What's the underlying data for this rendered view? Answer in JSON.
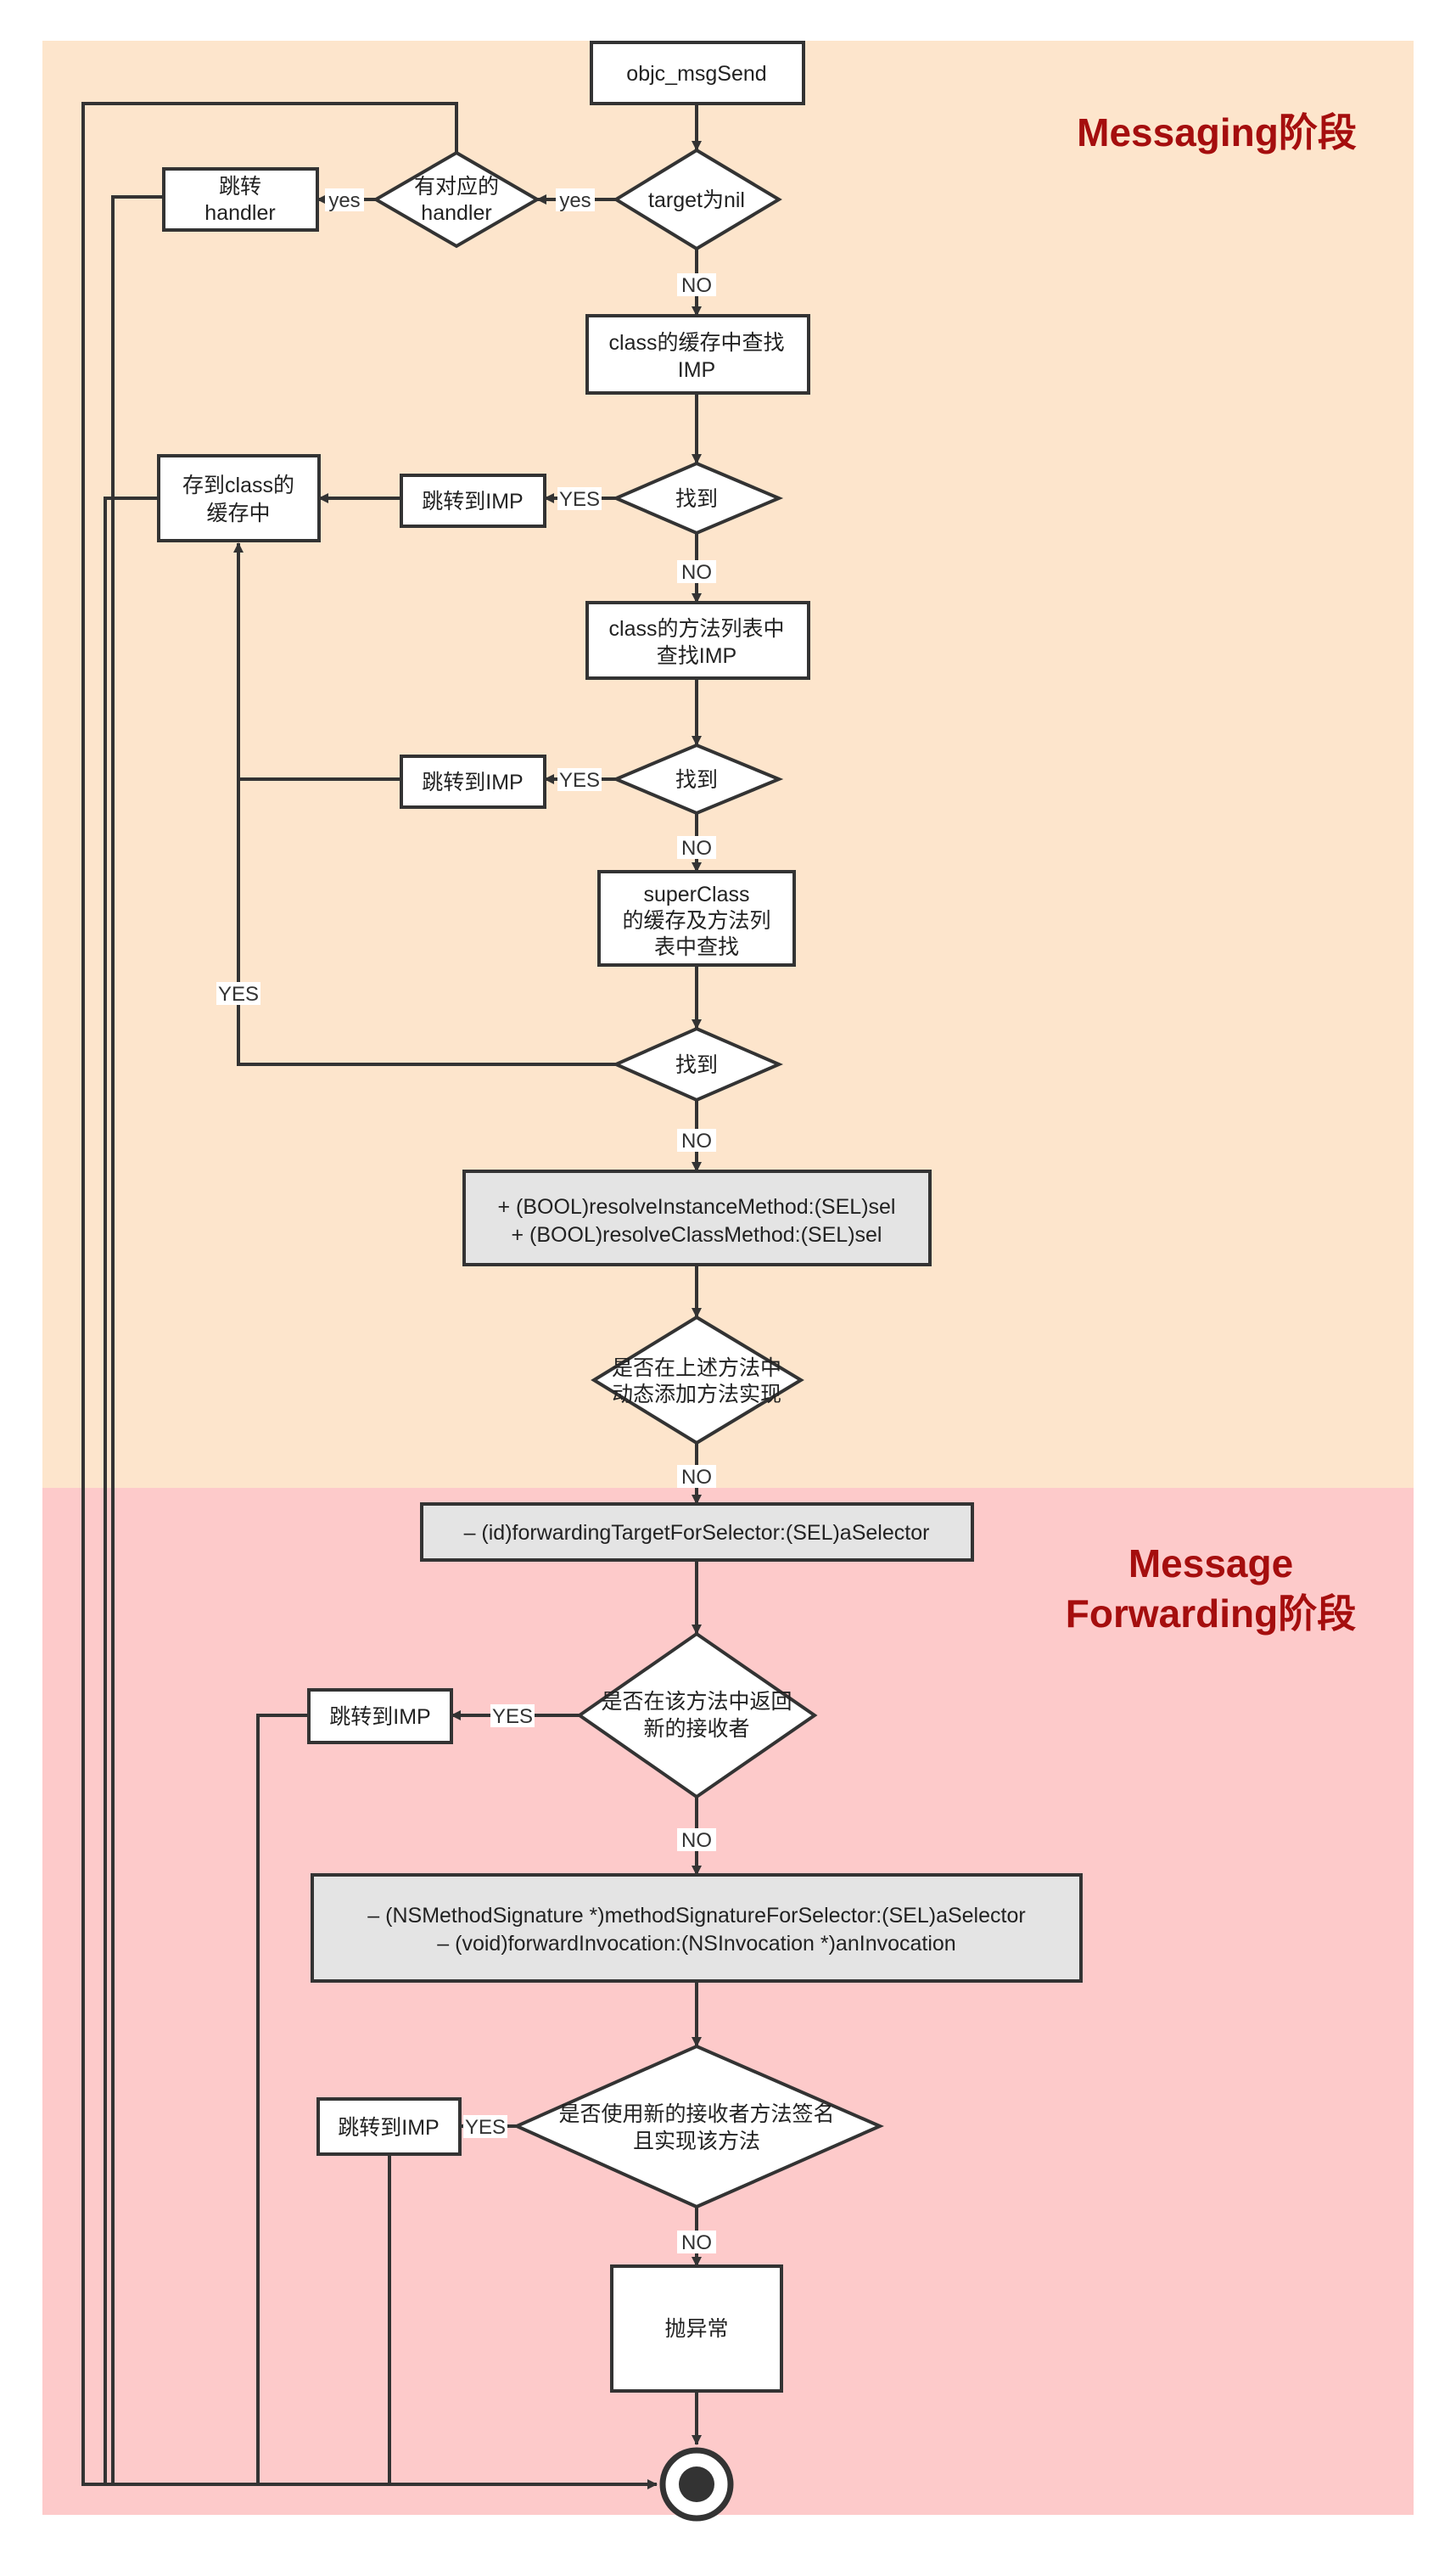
{
  "colors": {
    "messaging_bg": "#fde5cc",
    "forwarding_bg": "#fdcaca",
    "title_color": "#a50e0e",
    "line": "#333333",
    "box_fill": "#ffffff",
    "gray_box_fill": "#e4e4e4"
  },
  "stages": {
    "messaging_title": "Messaging阶段",
    "forwarding_title_line1": "Message",
    "forwarding_title_line2": "Forwarding阶段"
  },
  "nodes": {
    "start": "objc_msgSend",
    "target_nil": "target为nil",
    "has_handler": [
      "有对应的",
      "handler"
    ],
    "jump_handler": [
      "跳转",
      "handler"
    ],
    "cache_lookup": [
      "class的缓存中查找",
      "IMP"
    ],
    "found_1": "找到",
    "jump_imp_1": "跳转到IMP",
    "save_cache": [
      "存到class的",
      "缓存中"
    ],
    "method_list_lookup": [
      "class的方法列表中",
      "查找IMP"
    ],
    "found_2": "找到",
    "jump_imp_2": "跳转到IMP",
    "superclass_lookup": [
      "superClass",
      "的缓存及方法列",
      "表中查找"
    ],
    "found_3": "找到",
    "resolve_methods": [
      "+ (BOOL)resolveInstanceMethod:(SEL)sel",
      "+ (BOOL)resolveClassMethod:(SEL)sel"
    ],
    "dynamic_added": [
      "是否在上述方法中",
      "动态添加方法实现"
    ],
    "forwarding_target": "– (id)forwardingTargetForSelector:(SEL)aSelector",
    "new_receiver": [
      "是否在该方法中返回",
      "新的接收者"
    ],
    "jump_imp_3": "跳转到IMP",
    "signature_invocation": [
      "– (NSMethodSignature *)methodSignatureForSelector:(SEL)aSelector",
      "– (void)forwardInvocation:(NSInvocation *)anInvocation"
    ],
    "use_new_signature": [
      "是否使用新的接收者方法签名",
      "且实现该方法"
    ],
    "jump_imp_4": "跳转到IMP",
    "throw_exception": "抛异常"
  },
  "edge_labels": {
    "target_nil_yes": "yes",
    "has_handler_yes": "yes",
    "target_nil_no": "NO",
    "found_1_yes": "YES",
    "found_1_no": "NO",
    "found_2_yes": "YES",
    "found_2_no": "NO",
    "found_3_yes": "YES",
    "found_3_no": "NO",
    "dynamic_no": "NO",
    "new_receiver_yes": "YES",
    "new_receiver_no": "NO",
    "use_new_signature_yes": "YES",
    "use_new_signature_no": "NO"
  }
}
